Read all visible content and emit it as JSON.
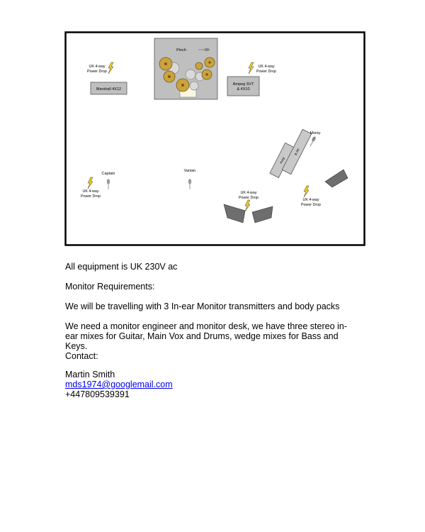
{
  "stage_plot": {
    "drum_label": "Pinch",
    "left_amp": "Marshall 4X12",
    "right_amp_line1": "Ampeg SVT",
    "right_amp_line2": "& 4X10",
    "power_line1": "UK 4-way",
    "power_line2": "Power Drop",
    "players": {
      "monty": "Monty",
      "captain": "Captain",
      "vanian": "Vanian"
    },
    "keys_left": "Korg",
    "keys_right": "B-3K"
  },
  "text": {
    "power": "All equipment is UK 230V ac",
    "monitor_heading": "Monitor Requirements:",
    "travel": "We will be travelling with 3 In-ear Monitor transmitters and body packs",
    "needs_line1": "We need a monitor engineer and monitor desk, we have three stereo in-",
    "needs_line2": "ear mixes for Guitar, Main Vox and Drums, wedge mixes for Bass and",
    "needs_line3": "Keys.",
    "contact_heading": "Contact:",
    "contact_name": "Martin Smith",
    "contact_email": "mds1974@googlemail.com",
    "contact_phone": "+447809539391"
  },
  "colors": {
    "border": "#000000",
    "drum_riser": "#bfbfbf",
    "cymbal": "#c9a33f",
    "drum": "#d9d9d9",
    "amp": "#bfbfbf",
    "wedge": "#6e6e6e",
    "bolt": "#f2d21b"
  }
}
